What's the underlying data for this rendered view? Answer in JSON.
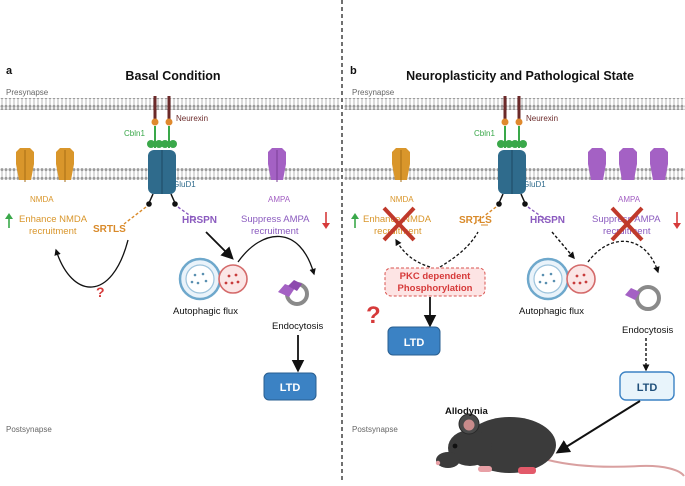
{
  "colors": {
    "nmda": "#d9962b",
    "ampa": "#a461c4",
    "glud": "#2f6b8c",
    "cbln": "#3aa84a",
    "neurexin": "#6b2a2a",
    "srtls": "#d98a2a",
    "hrspn": "#8b5bbf",
    "red": "#d63a3a",
    "green": "#3aa84a",
    "ltd": "#3b82c4"
  },
  "icons": {
    "membrane": "lipid-bilayer-icon",
    "arrow_up": "arrow-up-icon",
    "arrow_down": "arrow-down-icon",
    "cross": "cross-mark-icon",
    "mouse": "mouse-icon"
  },
  "common": {
    "presynapse": "Presynapse",
    "postsynapse": "Postsynapse",
    "neurexin": "Neurexin",
    "cbln1": "Cbln1",
    "glud1": "GluD1",
    "nmda": "NMDA",
    "ampa": "AMPA",
    "srtls": "SRTLS",
    "hrspn": "HRSPN",
    "autophagic_flux": "Autophagic flux",
    "endocytosis": "Endocytosis",
    "ltd": "LTD"
  },
  "panel_a": {
    "letter": "a",
    "title": "Basal Condition",
    "enhance_line1": "Enhance  NMDA",
    "enhance_line2": "recruitment",
    "suppress_line1": "Suppress AMPA",
    "suppress_line2": "recruitment",
    "question": "?"
  },
  "panel_b": {
    "letter": "b",
    "title": "Neuroplasticity and Pathological State",
    "enhance_line1": "Enhance  NMDA",
    "enhance_line2": "recruitment",
    "suppress_line1": "Suppress AMPA",
    "suppress_line2": "recruitment",
    "pkc_line1": "PKC dependent",
    "pkc_line2": "Phosphorylation",
    "question": "?",
    "allodynia": "Allodynia"
  }
}
